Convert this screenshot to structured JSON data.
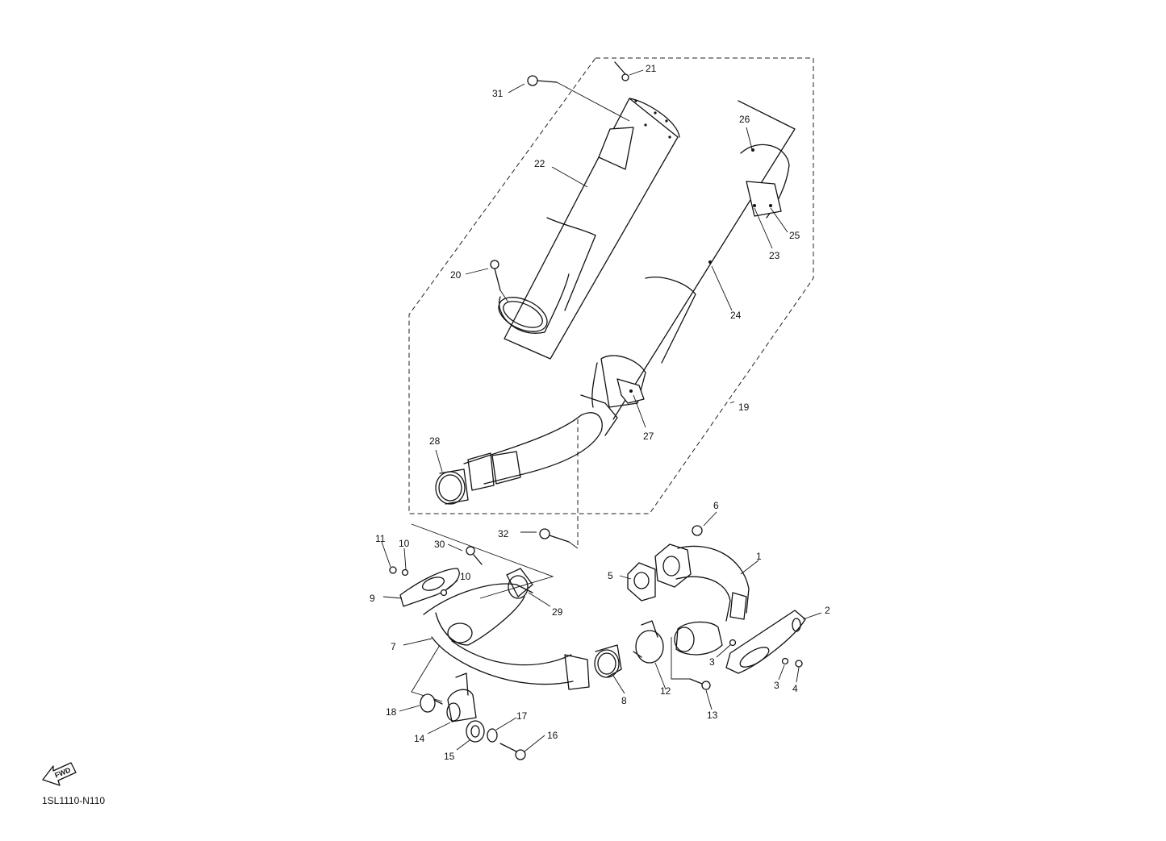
{
  "diagram": {
    "code": "1SL1110-N110",
    "fwd_label": "FWD",
    "callouts": {
      "c1": "1",
      "c2": "2",
      "c3a": "3",
      "c3b": "3",
      "c4": "4",
      "c5": "5",
      "c6": "6",
      "c7": "7",
      "c8": "8",
      "c9": "9",
      "c10a": "10",
      "c10b": "10",
      "c11": "11",
      "c12": "12",
      "c13": "13",
      "c14": "14",
      "c15": "15",
      "c16": "16",
      "c17": "17",
      "c18": "18",
      "c19": "19",
      "c20": "20",
      "c21": "21",
      "c22": "22",
      "c23": "23",
      "c24": "24",
      "c25": "25",
      "c26": "26",
      "c27": "27",
      "c28": "28",
      "c29": "29",
      "c30": "30",
      "c31": "31",
      "c32": "32"
    }
  }
}
